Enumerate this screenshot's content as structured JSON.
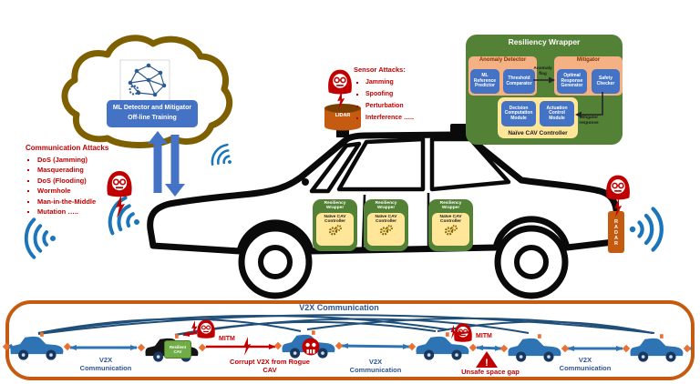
{
  "cloud": {
    "label_line1": "ML Detector and Mitigator",
    "label_line2": "Off-line Training"
  },
  "comm_attacks": {
    "title": "Communication Attacks",
    "items": [
      "DoS (Jamming)",
      "Masquerading",
      "DoS (Flooding)",
      "Wormhole",
      "Man-in-the-Middle",
      "Mutation ….."
    ]
  },
  "sensor_attacks": {
    "title": "Sensor Attacks:",
    "items": [
      "Jamming",
      "Spoofing",
      "Perturbation",
      "Interference ….."
    ]
  },
  "sensors": {
    "lidar": "LIDAR",
    "radar": "RADAR"
  },
  "wrapper": {
    "title": "Resiliency Wrapper",
    "anomaly_detector": {
      "title": "Anomaly Detector",
      "modules": [
        "ML Reference Predictor",
        "Threshold Comparator"
      ]
    },
    "mitigator": {
      "title": "Mitigator",
      "modules": [
        "Optimal Response Generator",
        "Safety Checker"
      ]
    },
    "anomaly_flag_label": "Anomaly flag",
    "naive_controller": {
      "title": "Naïve CAV Controller",
      "modules": [
        "Decision Computation Module",
        "Actuation Control Module"
      ]
    },
    "mitigator_response_label": "Mitigator response"
  },
  "incar_wrapper": {
    "title": "Resiliency Wrapper",
    "controller": "Naïve CAV Controller"
  },
  "band": {
    "title": "V2X Communication",
    "v2x_links": [
      "V2X Communication",
      "V2X Communication",
      "V2X Communication"
    ],
    "resilient_cav_label": "Resilient CAV",
    "mitm_labels": [
      "MITM",
      "MITM"
    ],
    "corrupt_label": "Corrupt V2X from Rogue CAV",
    "unsafe_label": "Unsafe space gap",
    "warning_mark": "!"
  },
  "colors": {
    "wrapper_green": "#538135",
    "module_blue": "#4472C4",
    "salmon": "#F4B183",
    "controller_yellow": "#FFE699",
    "attack_red": "#C00000",
    "sensor_orange": "#C55A11",
    "band_blue": "#2E74B5"
  }
}
